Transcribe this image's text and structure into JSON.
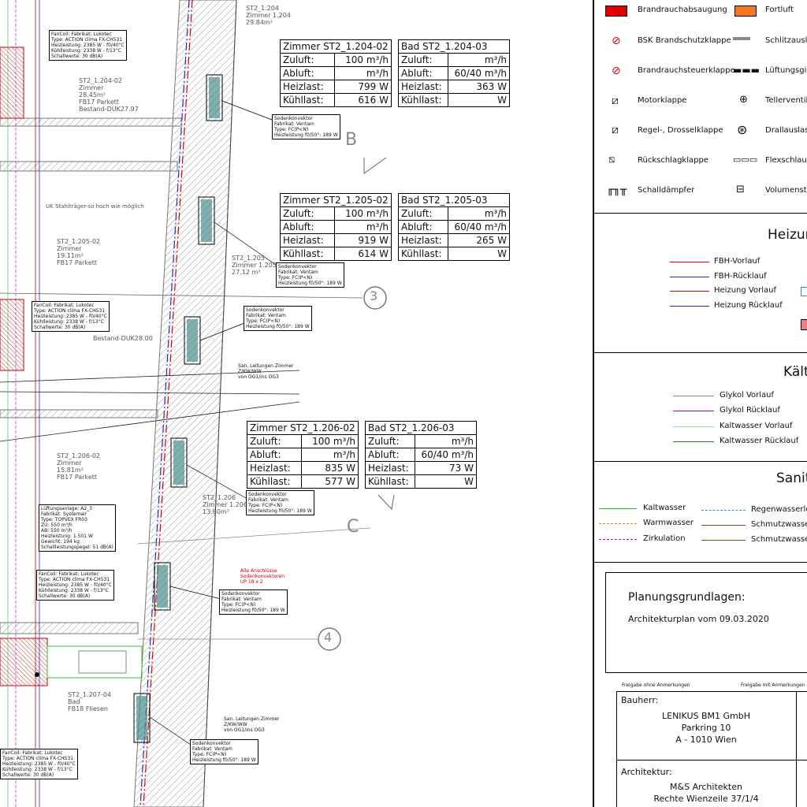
{
  "room_tables": [
    {
      "title": "Zimmer ST2_1.204-02",
      "rows": [
        [
          "Zuluft:",
          "100 m³/h"
        ],
        [
          "Abluft:",
          "m³/h"
        ],
        [
          "Heizlast:",
          "799 W"
        ],
        [
          "Kühllast:",
          "616 W"
        ]
      ]
    },
    {
      "title": "Bad ST2_1.204-03",
      "rows": [
        [
          "Zuluft:",
          "m³/h"
        ],
        [
          "Abluft:",
          "60/40 m³/h"
        ],
        [
          "Heizlast:",
          "363 W"
        ],
        [
          "Kühllast:",
          "W"
        ]
      ]
    },
    {
      "title": "Zimmer ST2_1.205-02",
      "rows": [
        [
          "Zuluft:",
          "100 m³/h"
        ],
        [
          "Abluft:",
          "m³/h"
        ],
        [
          "Heizlast:",
          "919 W"
        ],
        [
          "Kühllast:",
          "614 W"
        ]
      ]
    },
    {
      "title": "Bad ST2_1.205-03",
      "rows": [
        [
          "Zuluft:",
          "m³/h"
        ],
        [
          "Abluft:",
          "60/40 m³/h"
        ],
        [
          "Heizlast:",
          "265 W"
        ],
        [
          "Kühllast:",
          "W"
        ]
      ]
    },
    {
      "title": "Zimmer ST2_1.206-02",
      "rows": [
        [
          "Zuluft:",
          "100 m³/h"
        ],
        [
          "Abluft:",
          "m³/h"
        ],
        [
          "Heizlast:",
          "835 W"
        ],
        [
          "Kühllast:",
          "577 W"
        ]
      ]
    },
    {
      "title": "Bad ST2_1.206-03",
      "rows": [
        [
          "Zuluft:",
          "m³/h"
        ],
        [
          "Abluft:",
          "60/40 m³/h"
        ],
        [
          "Heizlast:",
          "73 W"
        ],
        [
          "Kühllast:",
          "W"
        ]
      ]
    }
  ],
  "convector_label": {
    "l1": "Sodenkonvektor",
    "l2": "Fabrikat: Ventam",
    "l3": "Type: FC(P<N)",
    "l4": "Heizleistung f0/50°: 189 W"
  },
  "fancoil_label": {
    "l1": "FanCoil: Fabrikat: Lukotec",
    "l2": "Type: ACTION clima FX-CH531",
    "l3": "Heizleistung: 2385 W - f0/40°C",
    "l4": "Kühlleistung: 2338 W - f/13°C",
    "l5": "Schallwerte: 30 dB(A)"
  },
  "luftung_label": {
    "l1": "Lüftungsanlage: A2_3",
    "l2": "Fabrikat: Systemair",
    "l3": "Type: TOPVEX FR03",
    "l4": "ZU: 550 m³/h",
    "l5": "AB: 550 m³/h",
    "l6": "Heizleistung: 1.501 W",
    "l7": "Gewicht: 194 kg",
    "l8": "Schallleistungspegel: 51 dB(A)"
  },
  "san_label": {
    "l1": "San. Leitungen Zimmer",
    "l2": "Z/KW/WW",
    "l3": "von OG1/ins OG3"
  },
  "anschluss_note": {
    "l1": "Alle Anschlüsse",
    "l2": "Sodenkonvektoren",
    "l3": "UP 18 x 2"
  },
  "markers": {
    "b": "B",
    "c": "C",
    "three": "3",
    "four": "4"
  },
  "room_notes": [
    {
      "t1": "ST2_1.204",
      "t2": "Zimmer 1.204",
      "t3": "29.84m²"
    },
    {
      "t1": "ST2_1.204-02",
      "t2": "Zimmer",
      "t3": "28.45m²",
      "t4": "FB17 Parkett",
      "t5": "Bestand-DUK27.97"
    },
    {
      "t1": "ST2_1.205-02",
      "t2": "Zimmer",
      "t3": "19.11m²",
      "t4": "FB17 Parkett",
      "t5": "Bestand-DUK28.00"
    },
    {
      "t1": "ST2_1.205",
      "t2": "Zimmer 1.205",
      "t3": "27.12 m²"
    },
    {
      "t1": "ST2_1.206-02",
      "t2": "Zimmer",
      "t3": "15.81m²",
      "t4": "FB17 Parkett"
    },
    {
      "t1": "ST2_1.206",
      "t2": "Zimmer 1.206",
      "t3": "13.60m²"
    },
    {
      "t1": "ST2_1.207-04",
      "t2": "Bad",
      "t3": "FB18 Fliesen"
    }
  ],
  "stahl_note": "UK Stahlträger-so hoch wie möglich",
  "legend": {
    "top_rows": [
      {
        "left": "Brandrauchabsaugung",
        "right": "Fortluft",
        "left_color": "#e00000",
        "right_color": "#f07820"
      },
      {
        "left": "BSK Brandschutzklappe",
        "right": "Schlitzauslass",
        "left_icon": "bsk-icon",
        "right_icon": "slot-outlet-icon"
      },
      {
        "left": "Brandrauchsteuerklappe",
        "right": "Lüftungsgitter",
        "left_icon": "smoke-damper-icon",
        "right_icon": "grille-icon"
      },
      {
        "left": "Motorklappe",
        "right": "Tellerventil",
        "left_icon": "motor-damper-icon",
        "right_icon": "disc-valve-icon"
      },
      {
        "left": "Regel-, Drosselklappe",
        "right": "Drallauslass",
        "left_icon": "throttle-damper-icon",
        "right_icon": "swirl-outlet-icon"
      },
      {
        "left": "Rückschlagklappe",
        "right": "Flexschlauch",
        "left_icon": "check-damper-icon",
        "right_icon": "flex-hose-icon"
      },
      {
        "left": "Schalldämpfer",
        "right": "Volumenstrom",
        "left_icon": "silencer-icon",
        "right_icon": "volume-flow-icon"
      }
    ],
    "heizung_title": "Heizung",
    "heizung_items": [
      {
        "label": "FBH-Vorlauf",
        "color": "#e00000"
      },
      {
        "label": "FBH-Rücklauf",
        "color": "#1f2f9f"
      },
      {
        "label": "Heizung Vorlauf",
        "color": "#e00000"
      },
      {
        "label": "Heizung Rücklauf",
        "color": "#1f2f9f"
      }
    ],
    "kaelte_title": "Kälte",
    "kaelte_items": [
      {
        "label": "Glykol Vorlauf",
        "color": "#8a8a6a"
      },
      {
        "label": "Glykol Rücklauf",
        "color": "#a000a0"
      },
      {
        "label": "Kaltwasser Vorlauf",
        "color": "#90e090"
      },
      {
        "label": "Kaltwasser Rücklauf",
        "color": "#2a7a2a"
      }
    ],
    "sanitaer_title": "Sanitär",
    "sanitaer_left": [
      {
        "label": "Kaltwasser",
        "color": "#30c030"
      },
      {
        "label": "Warmwasser",
        "color": "#e08020"
      },
      {
        "label": "Zirkulation",
        "color": "#c000c0"
      }
    ],
    "sanitaer_right": [
      {
        "label": "Regenwasserleitung",
        "color": "#3090d0"
      },
      {
        "label": "Schmutzwasser",
        "color": "#8a4a20"
      },
      {
        "label": "Schmutzwasser",
        "color": "#8a4a20"
      }
    ]
  },
  "title_block": {
    "grundlagen_title": "Planungsgrundlagen:",
    "grundlagen_text": "Architekturplan vom 09.03.2020",
    "freigabe_left": "Freigabe ohne Anmerkungen",
    "freigabe_right": "Freigabe mit Anmerkungen",
    "bauherr_label": "Bauherr:",
    "bauherr_l1": "LENIKUS BM1 GmbH",
    "bauherr_l2": "Parkring 10",
    "bauherr_l3": "A - 1010 Wien",
    "arch_label": "Architektur:",
    "arch_l1": "M&S Architekten",
    "arch_l2": "Rechte Wienzeile 37/1/4"
  }
}
